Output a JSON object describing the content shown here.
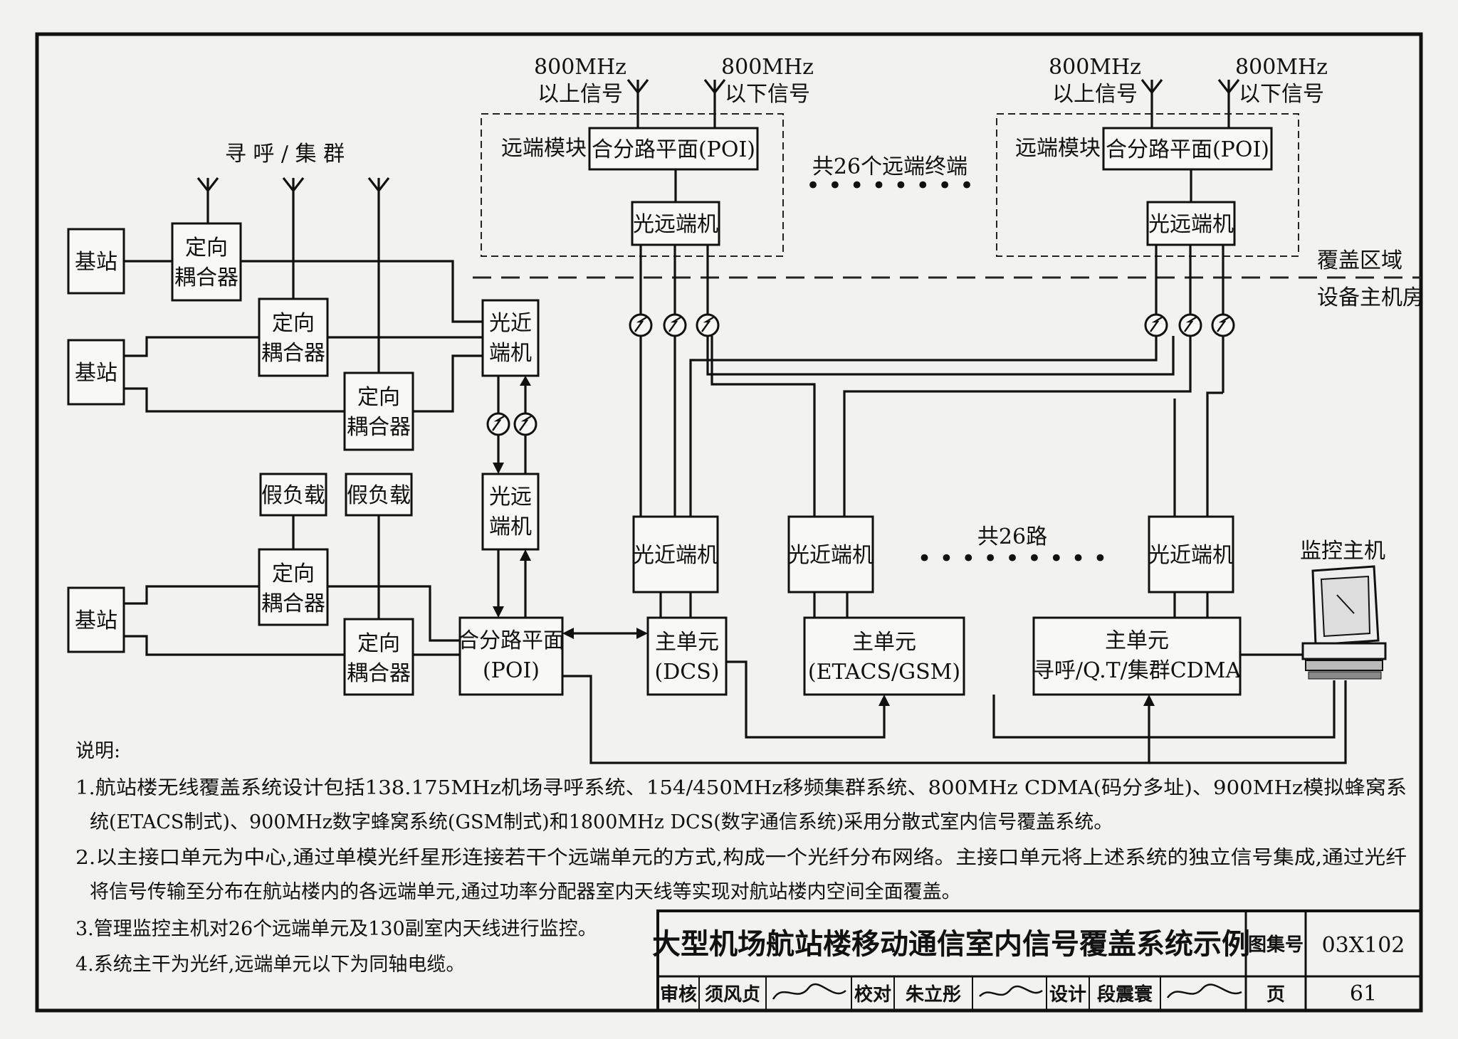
{
  "antenna_labels": {
    "left_above": [
      "800MHz",
      "以上信号"
    ],
    "left_below": [
      "800MHz",
      "以下信号"
    ],
    "right_above": [
      "800MHz",
      "以上信号"
    ],
    "right_below": [
      "800MHz",
      "以下信号"
    ]
  },
  "paging_trunking_label": "寻 呼 / 集 群",
  "remote_module_label": "远端模块",
  "poi_remote": "合分路平面(POI)",
  "remote_terminals_label": "共26个远端终端",
  "optical_remote": "光远端机",
  "coverage_area": "覆盖区域",
  "equipment_room": "设备主机房",
  "base_station": "基站",
  "directional_coupler": [
    "定向",
    "耦合器"
  ],
  "optical_near_left": [
    "光近",
    "端机"
  ],
  "optical_remote_left": [
    "光远",
    "端机"
  ],
  "dummy_load": "假负载",
  "poi_main": [
    "合分路平面",
    "(POI)"
  ],
  "optical_near": "光近端机",
  "routes_label": "共26路",
  "monitor_host": "监控主机",
  "main_unit": "主单元",
  "main_unit_dcs": "(DCS)",
  "main_unit_etacs": "(ETACS/GSM)",
  "main_unit_cdma": "寻呼/Q.T/集群CDMA",
  "notes": {
    "heading": "说明:",
    "n1_line1": "1.航站楼无线覆盖系统设计包括138.175MHz机场寻呼系统、154/450MHz移频集群系统、800MHz CDMA(码分多址)、900MHz模拟蜂窝系",
    "n1_line2": "统(ETACS制式)、900MHz数字蜂窝系统(GSM制式)和1800MHz DCS(数字通信系统)采用分散式室内信号覆盖系统。",
    "n2_line1": "2.以主接口单元为中心,通过单模光纤星形连接若干个远端单元的方式,构成一个光纤分布网络。主接口单元将上述系统的独立信号集成,通过光纤",
    "n2_line2": "将信号传输至分布在航站楼内的各远端单元,通过功率分配器室内天线等实现对航站楼内空间全面覆盖。",
    "n3": "3.管理监控主机对26个远端单元及130副室内天线进行监控。",
    "n4": "4.系统主干为光纤,远端单元以下为同轴电缆。"
  },
  "title_block": {
    "title": "大型机场航站楼移动通信室内信号覆盖系统示例",
    "atlas_no_label": "图集号",
    "atlas_no": "03X102",
    "review_label": "审核",
    "reviewer": "须风贞",
    "check_label": "校对",
    "checker": "朱立彤",
    "design_label": "设计",
    "designer": "段震寰",
    "page_label": "页",
    "page": "61"
  }
}
